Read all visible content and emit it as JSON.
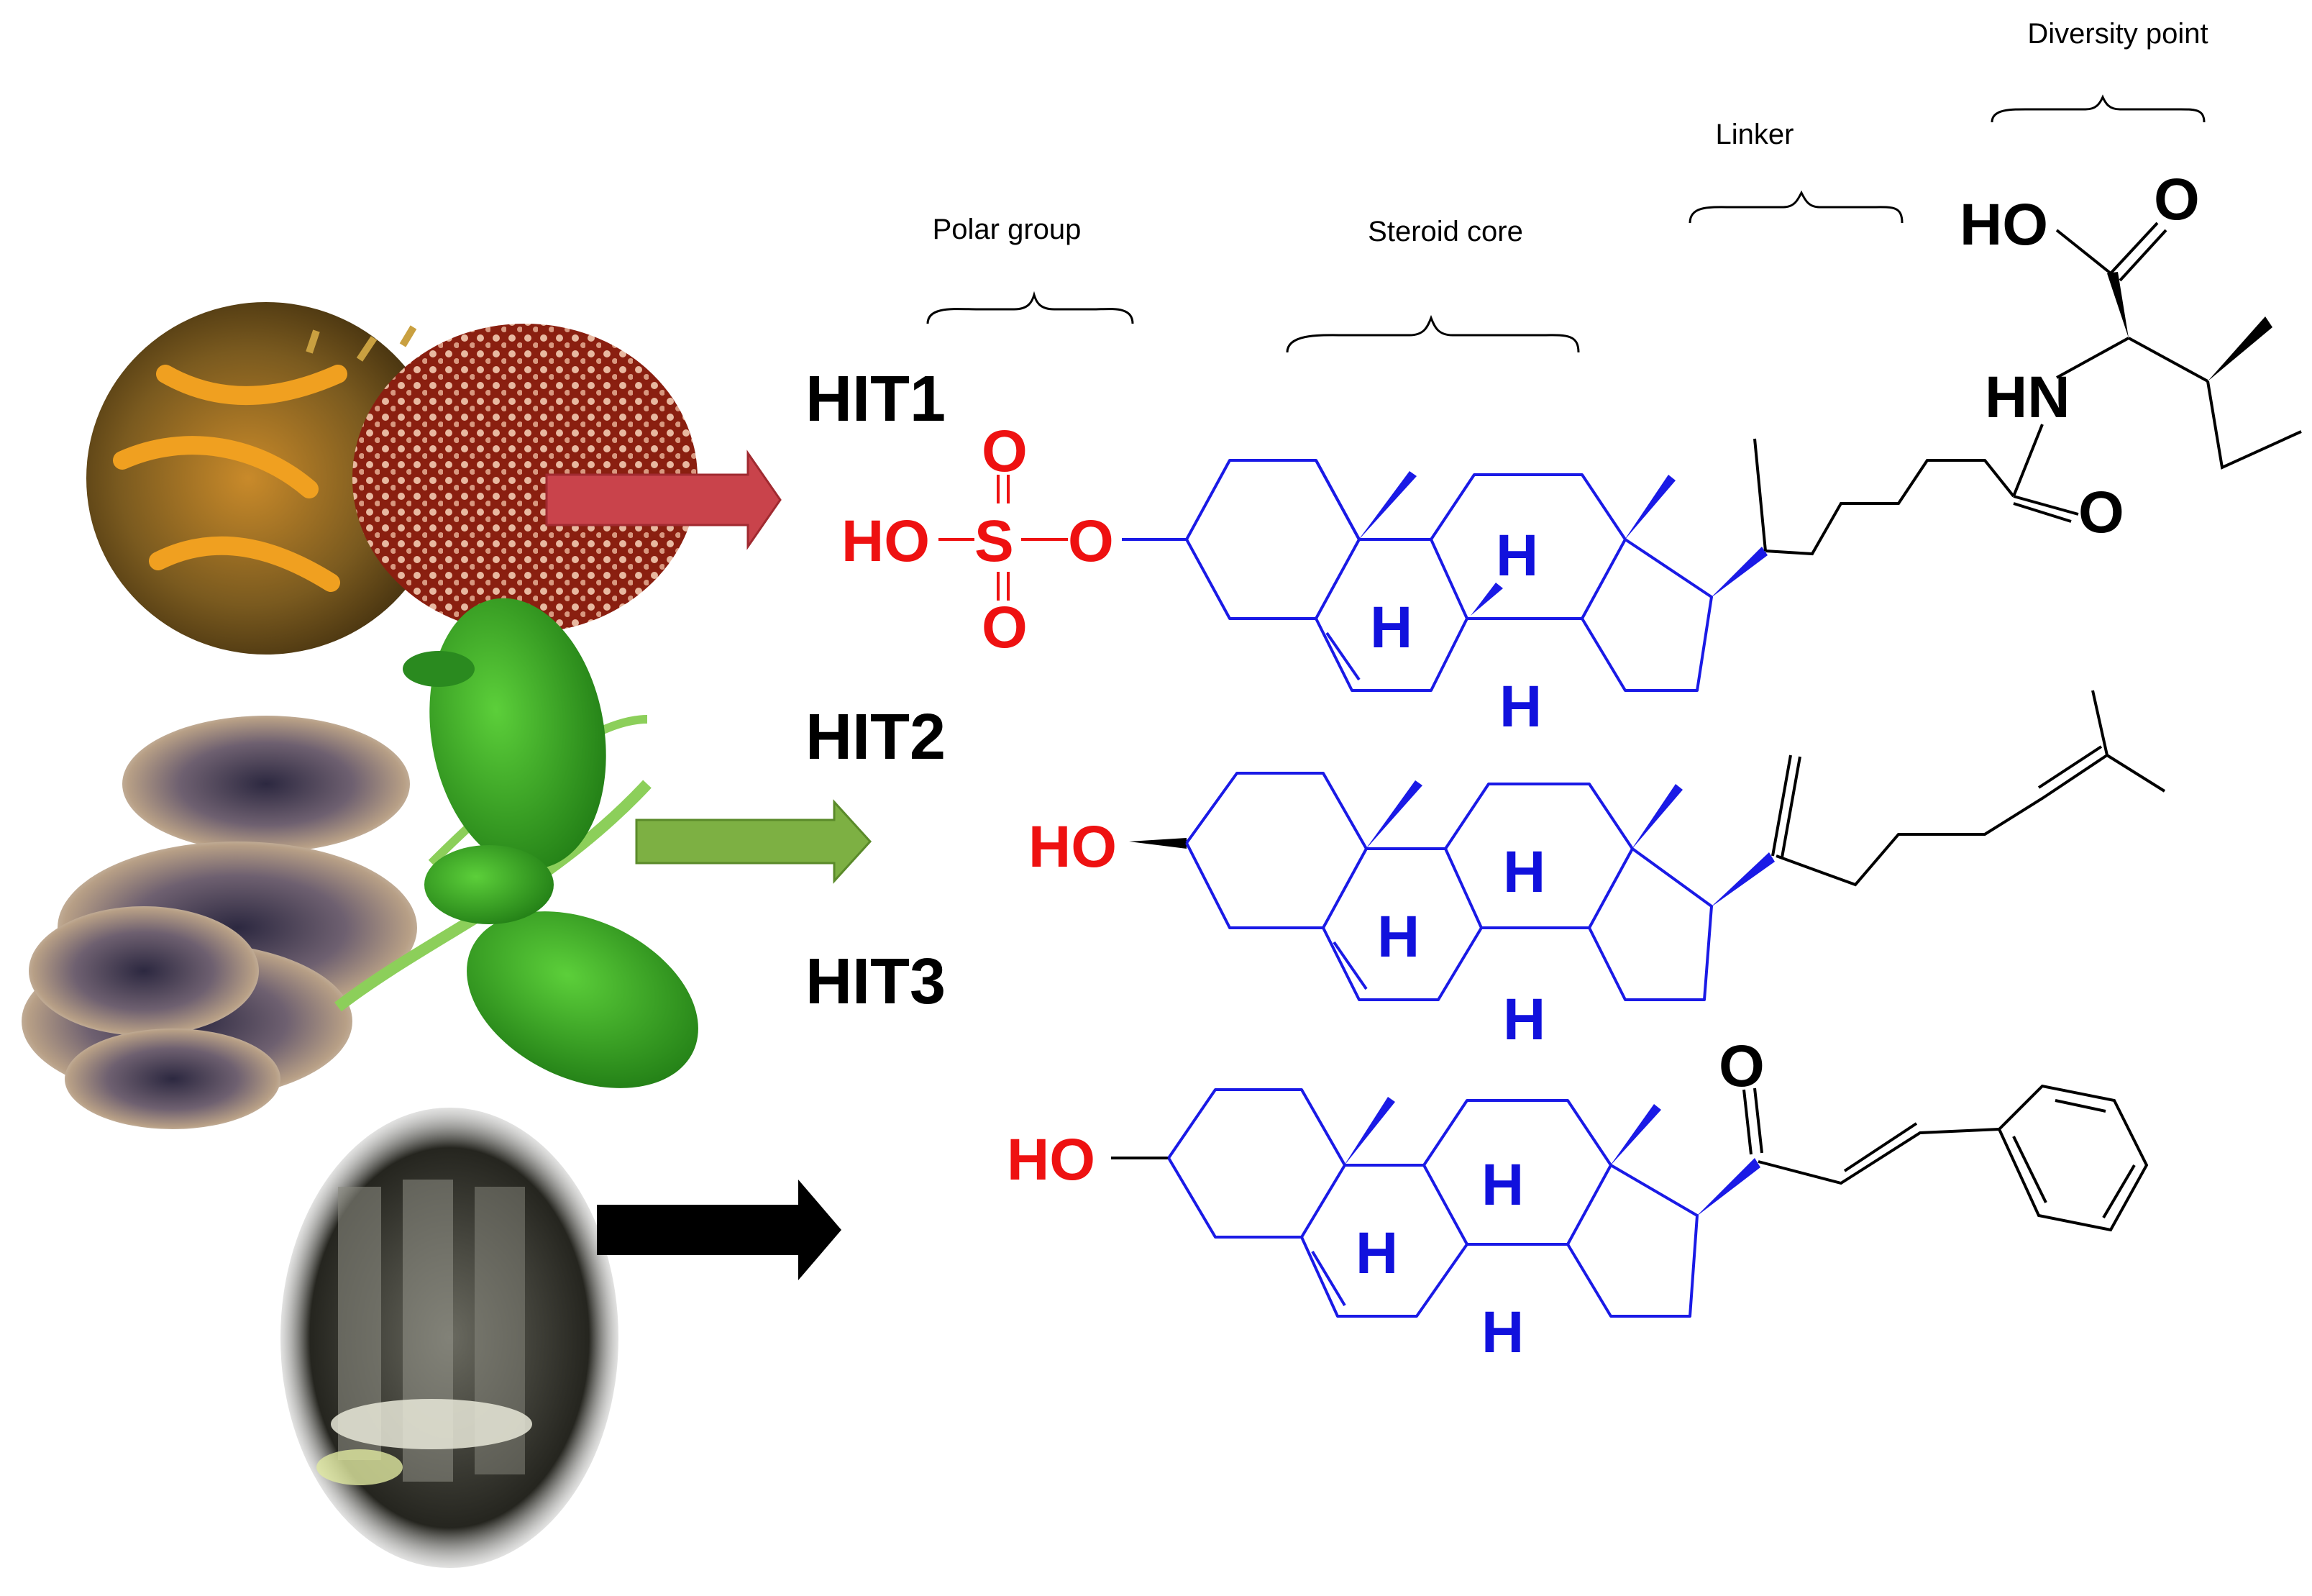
{
  "group_labels": {
    "polar": "Polar group",
    "core": "Steroid core",
    "linker": "Linker",
    "diversity": "Diversity point"
  },
  "hits": {
    "hit1": "HIT1",
    "hit2": "HIT2",
    "hit3": "HIT3"
  },
  "atoms": {
    "ho": "HO",
    "o": "O",
    "s": "S",
    "h": "H",
    "hn": "HN"
  },
  "colors": {
    "core": "#1a1ae6",
    "polar": "#ee1111",
    "hit1_arrow": "#c9434b",
    "hit2_arrow": "#7db043",
    "hit3_arrow": "#000000"
  },
  "sources": {
    "hit1": "insect-illustration",
    "hit2": "fungus-and-plant-illustration",
    "hit3": "laboratory-photo"
  }
}
